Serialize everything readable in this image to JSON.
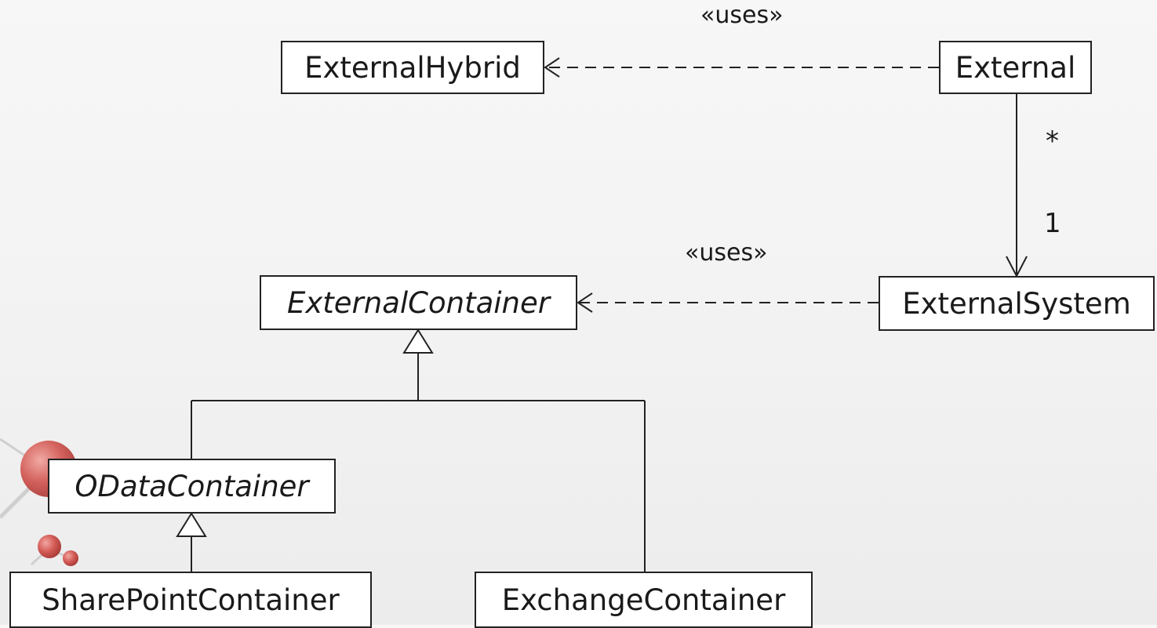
{
  "diagram": {
    "classes": {
      "external_hybrid": {
        "name": "ExternalHybrid",
        "abstract": false
      },
      "external": {
        "name": "External",
        "abstract": false
      },
      "external_system": {
        "name": "ExternalSystem",
        "abstract": false
      },
      "external_container": {
        "name": "ExternalContainer",
        "abstract": true
      },
      "odata_container": {
        "name": "ODataContainer",
        "abstract": true
      },
      "sharepoint_container": {
        "name": "SharePointContainer",
        "abstract": false
      },
      "exchange_container": {
        "name": "ExchangeContainer",
        "abstract": false
      }
    },
    "relations": {
      "external_uses_hybrid": {
        "type": "dependency",
        "from": "External",
        "to": "ExternalHybrid",
        "stereotype": "«uses»"
      },
      "system_uses_container": {
        "type": "dependency",
        "from": "ExternalSystem",
        "to": "ExternalContainer",
        "stereotype": "«uses»"
      },
      "external_to_system": {
        "type": "association",
        "from": "External",
        "to": "ExternalSystem",
        "source_multiplicity": "*",
        "target_multiplicity": "1"
      },
      "odata_generalization": {
        "type": "generalization",
        "child": "ODataContainer",
        "parent": "ExternalContainer"
      },
      "exchange_generalization": {
        "type": "generalization",
        "child": "ExchangeContainer",
        "parent": "ExternalContainer"
      },
      "sharepoint_generalization": {
        "type": "generalization",
        "child": "SharePointContainer",
        "parent": "ODataContainer"
      }
    },
    "colors": {
      "line": "#222222",
      "box_fill": "#ffffff",
      "text": "#1a1a1a",
      "background": "#f4f4f4",
      "decoration": "#c94b4b"
    }
  }
}
